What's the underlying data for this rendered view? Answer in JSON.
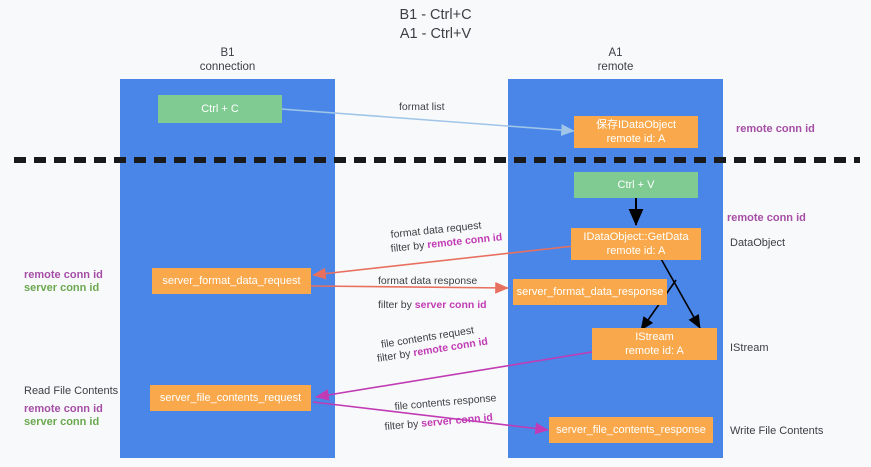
{
  "diagram": {
    "title_line1": "B1 - Ctrl+C",
    "title_line2": "A1 - Ctrl+V",
    "lanes": [
      {
        "id": "b1",
        "name": "B1",
        "sub": "connection"
      },
      {
        "id": "a1",
        "name": "A1",
        "sub": "remote"
      }
    ],
    "nodes": [
      {
        "id": "ctrl-c",
        "label": "Ctrl + C",
        "sub": "",
        "color": "#7fcb91"
      },
      {
        "id": "save-idataobject",
        "label": "保存IDataObject",
        "sub": "remote id: A",
        "color": "#f9a94c"
      },
      {
        "id": "ctrl-v",
        "label": "Ctrl + V",
        "sub": "",
        "color": "#7fcb91"
      },
      {
        "id": "getdata",
        "label": "IDataObject::GetData",
        "sub": "remote id: A",
        "color": "#f9a94c"
      },
      {
        "id": "fmt-req",
        "label": "server_format_data_request",
        "sub": "",
        "color": "#f9a94c"
      },
      {
        "id": "fmt-res",
        "label": "server_format_data_response",
        "sub": "",
        "color": "#f9a94c"
      },
      {
        "id": "istream",
        "label": "IStream",
        "sub": "remote id: A",
        "color": "#f9a94c"
      },
      {
        "id": "file-req",
        "label": "server_file_contents_request",
        "sub": "",
        "color": "#f9a94c"
      },
      {
        "id": "file-res",
        "label": "server_file_contents_response",
        "sub": "",
        "color": "#f9a94c"
      }
    ],
    "right_labels": [
      {
        "id": "dataobject",
        "text": "DataObject"
      },
      {
        "id": "istream",
        "text": "IStream"
      },
      {
        "id": "write-file",
        "text": "Write File Contents"
      },
      {
        "id": "remote-conn-1",
        "text": "remote conn id"
      },
      {
        "id": "remote-conn-2",
        "text": "remote conn id"
      }
    ],
    "left_labels": {
      "remote_conn_id": "remote conn id",
      "server_conn_id": "server conn id",
      "read_file_contents": "Read File Contents"
    },
    "edges": [
      {
        "id": "format-list",
        "text": "format list"
      },
      {
        "id": "fmt-data-request",
        "text": "format data request"
      },
      {
        "id": "fmt-data-request-f",
        "filter_prefix": "filter by ",
        "filter_value": "remote conn id"
      },
      {
        "id": "fmt-data-response",
        "text": "format data response"
      },
      {
        "id": "fmt-data-response-f",
        "filter_prefix": "filter by ",
        "filter_value": "server conn id"
      },
      {
        "id": "file-contents-request",
        "text": "file contents request"
      },
      {
        "id": "file-contents-request-f",
        "filter_prefix": "filter by ",
        "filter_value": "remote conn id"
      },
      {
        "id": "file-contents-response",
        "text": "file contents response"
      },
      {
        "id": "file-contents-response-f",
        "filter_prefix": "filter by ",
        "filter_value": "server conn id"
      }
    ],
    "colors": {
      "lane": "#4a86e8",
      "green_node": "#7fcb91",
      "orange_node": "#f9a94c",
      "red_arrow": "#e8705f",
      "magenta_arrow": "#c13bb5",
      "lightblue_arrow": "#9fc5e8",
      "black_arrow": "#000000",
      "purple_text": "#a64ea6",
      "green_text": "#6aa84f"
    }
  }
}
